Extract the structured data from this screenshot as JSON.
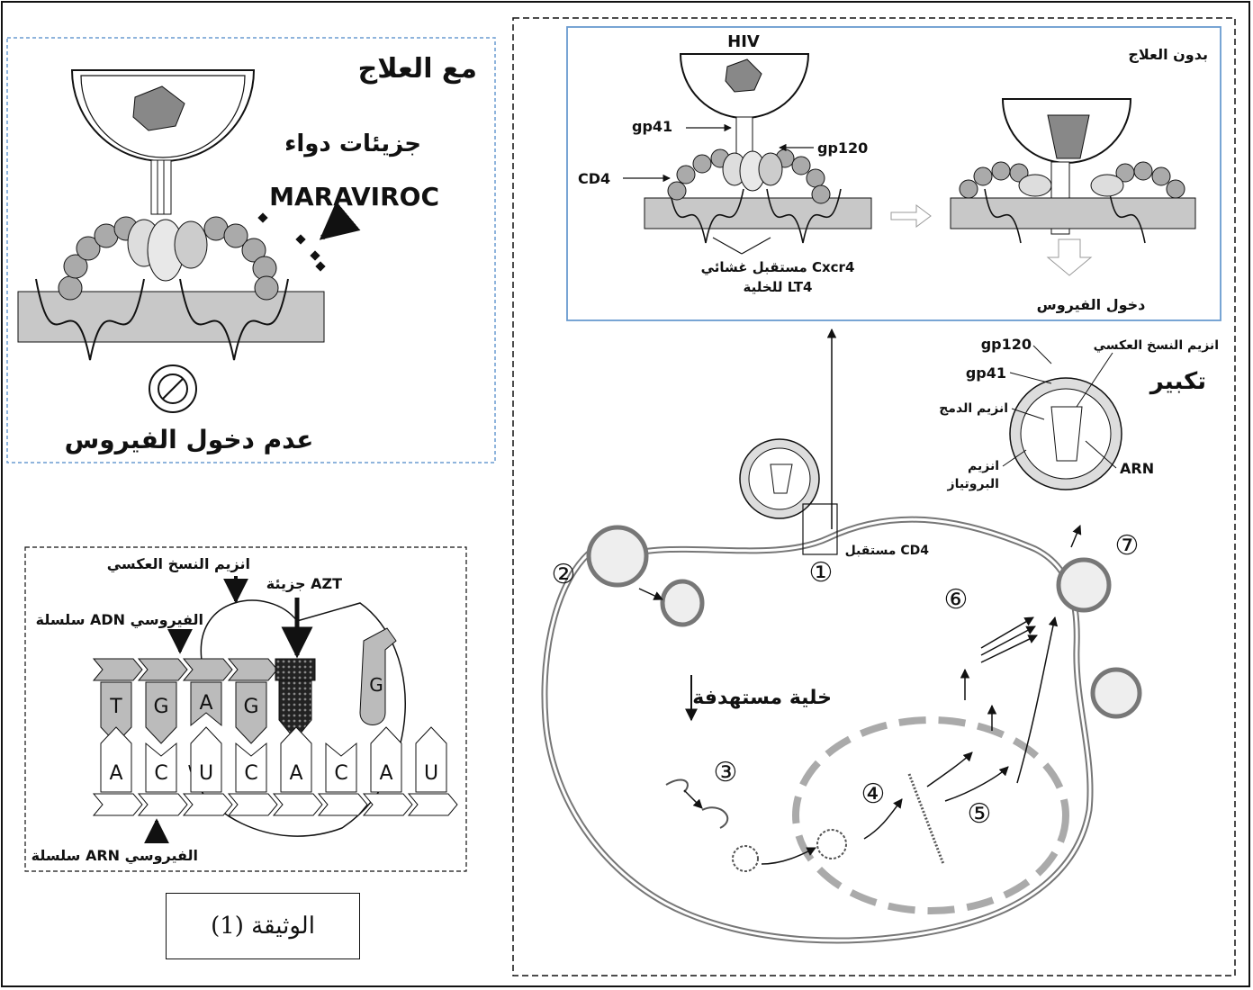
{
  "treatment": {
    "title": "مع العلاج",
    "drug_title": "جزيئات دواء",
    "drug_name": "MARAVIROC",
    "result": "عدم دخول الفيروس"
  },
  "azt": {
    "enzyme": "انزيم النسخ العكسي",
    "azt_molecule": "جزيئة AZT",
    "dna_strand": "سلسلة ADN الفيروسي",
    "rna_strand": "سلسلة ARN الفيروسي",
    "dna_bases": [
      "T",
      "G",
      "A",
      "G"
    ],
    "rna_bases": [
      "A",
      "C",
      "U",
      "C",
      "A",
      "C",
      "A",
      "U"
    ],
    "incoming_base": "G"
  },
  "doc_label": "الوثيقة (1)",
  "no_treatment": {
    "title": "بدون العلاج",
    "hiv": "HIV",
    "gp41": "gp41",
    "gp120": "gp120",
    "cd4": "CD4",
    "receptor_line1": "مستقبل غشائي Cxcr4",
    "receptor_line2": "للخلية LT4",
    "entry": "دخول الفيروس"
  },
  "cycle": {
    "target_cell": "خلية مستهدفة",
    "cd4_receptor": "مستقبل CD4",
    "enlargement": "تكبير",
    "gp120": "gp120",
    "gp41": "gp41",
    "reverse_transcriptase": "انزيم النسخ العكسي",
    "integrase": "انزيم الدمج",
    "protease_line1": "انزيم",
    "protease_line2": "البروتياز",
    "arn": "ARN",
    "steps": [
      "①",
      "②",
      "③",
      "④",
      "⑤",
      "⑥",
      "⑦"
    ]
  }
}
